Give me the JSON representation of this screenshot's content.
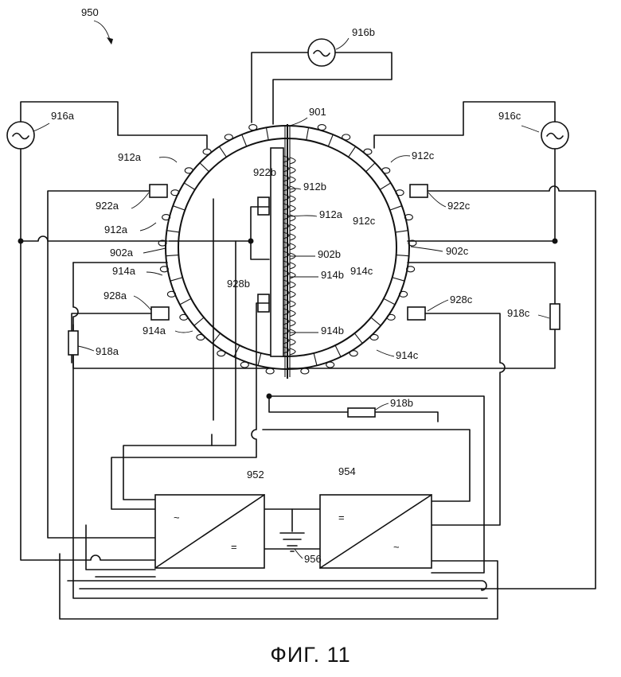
{
  "labels": {
    "fig_ref": "950",
    "src_a": "916a",
    "src_b": "916b",
    "src_c": "916c",
    "core": "901",
    "w912a": "912a",
    "w912b": "912b",
    "w912c": "912c",
    "w922a": "922a",
    "w922b": "922b",
    "w922c": "922c",
    "w902a": "902a",
    "w902b": "902b",
    "w902c": "902c",
    "w914a": "914a",
    "w914b": "914b",
    "w914c": "914c",
    "w928a": "928a",
    "w928b": "928b",
    "w928c": "928c",
    "r918a": "918a",
    "r918b": "918b",
    "r918c": "918c",
    "conv1": "952",
    "conv2": "954",
    "ground": "956",
    "ac_symbol": "~",
    "dc_symbol": "=",
    "caption": "ФИГ. 11"
  }
}
